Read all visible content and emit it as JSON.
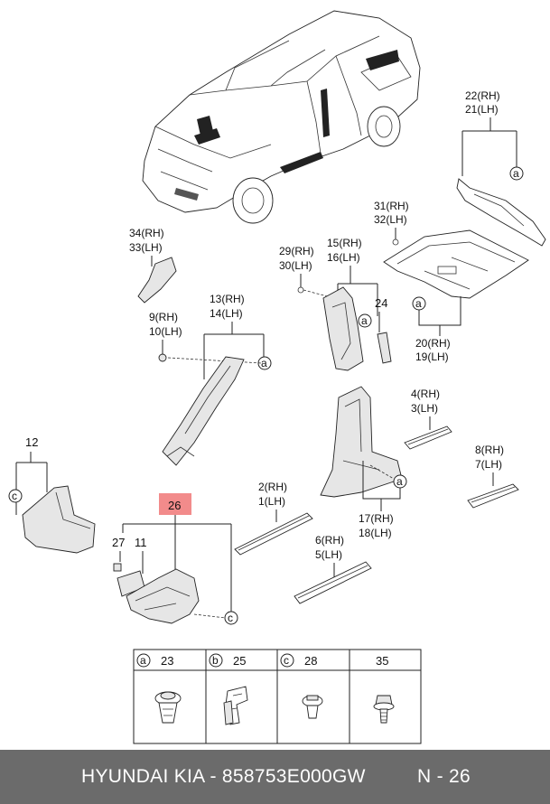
{
  "callouts": {
    "c22": "22(RH)",
    "c21": "21(LH)",
    "c31": "31(RH)",
    "c32": "32(LH)",
    "c34": "34(RH)",
    "c33": "33(LH)",
    "c29": "29(RH)",
    "c30": "30(LH)",
    "c15": "15(RH)",
    "c16": "16(LH)",
    "c24": "24",
    "c13": "13(RH)",
    "c14": "14(LH)",
    "c9": "9(RH)",
    "c10": "10(LH)",
    "c20": "20(RH)",
    "c19": "19(LH)",
    "c4": "4(RH)",
    "c3": "3(LH)",
    "c12": "12",
    "c8": "8(RH)",
    "c7": "7(LH)",
    "c2": "2(RH)",
    "c1": "1(LH)",
    "c26": "26",
    "c27": "27",
    "c11": "11",
    "c17": "17(RH)",
    "c18": "18(LH)",
    "c6": "6(RH)",
    "c5": "5(LH)"
  },
  "markers": {
    "a": "a",
    "b": "b",
    "c": "c"
  },
  "highlight_color": "#f28b8b",
  "legend": {
    "col1": {
      "letter": "a",
      "num": "23"
    },
    "col2": {
      "letter": "b",
      "num": "25"
    },
    "col3": {
      "letter": "c",
      "num": "28"
    },
    "col4": {
      "letter": "",
      "num": "35"
    }
  },
  "footer": {
    "brand": "HYUNDAI  KIA - 858753E000GW",
    "page": "N - 26"
  }
}
